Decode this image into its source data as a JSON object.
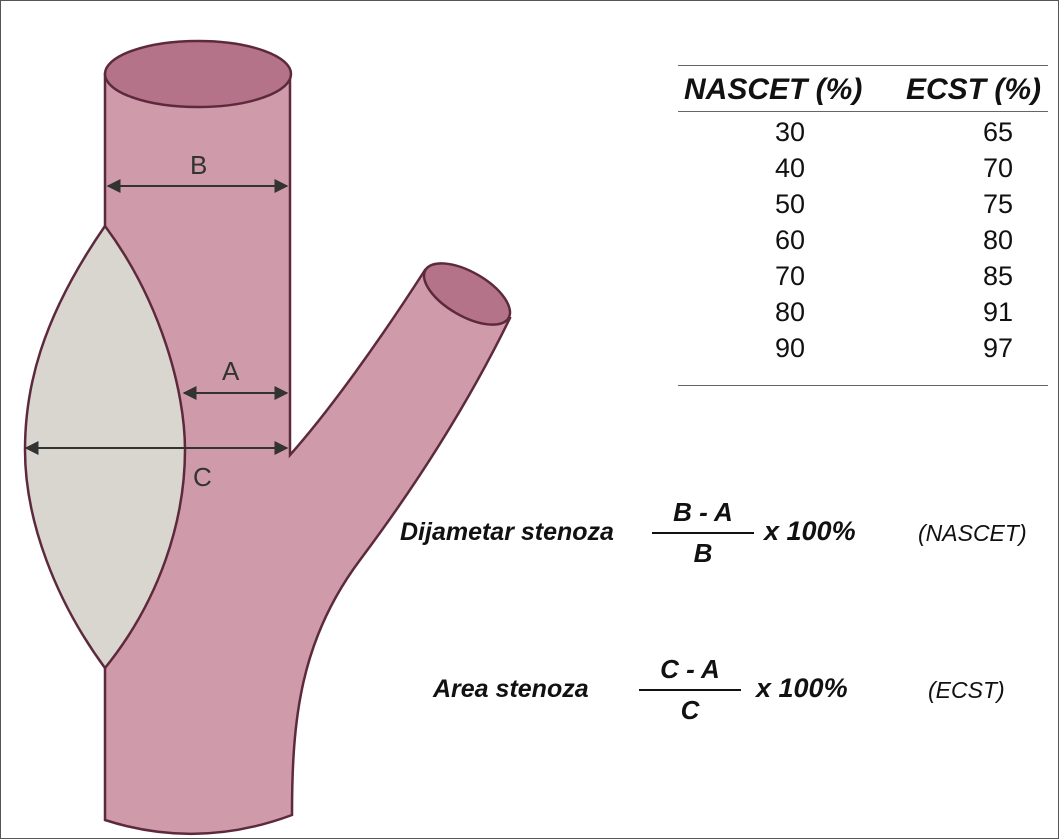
{
  "diagram": {
    "labels": {
      "b": "B",
      "a": "A",
      "c": "C"
    },
    "colors": {
      "vessel_fill": "#cf9aaa",
      "vessel_dark": "#b47389",
      "vessel_outline": "#5c2a3c",
      "plaque_fill": "#d9d6cf",
      "arrow": "#333333"
    }
  },
  "table": {
    "headers": [
      "NASCET (%)",
      "ECST (%)"
    ],
    "rows": [
      [
        "30",
        "65"
      ],
      [
        "40",
        "70"
      ],
      [
        "50",
        "75"
      ],
      [
        "60",
        "80"
      ],
      [
        "70",
        "85"
      ],
      [
        "80",
        "91"
      ],
      [
        "90",
        "97"
      ]
    ]
  },
  "formulas": {
    "diameter": {
      "label": "Dijametar stenoza",
      "numerator": "B - A",
      "denominator": "B",
      "multiplier": "x 100%",
      "source": "(NASCET)"
    },
    "area": {
      "label": "Area stenoza",
      "numerator": "C - A",
      "denominator": "C",
      "multiplier": "x 100%",
      "source": "(ECST)"
    }
  }
}
